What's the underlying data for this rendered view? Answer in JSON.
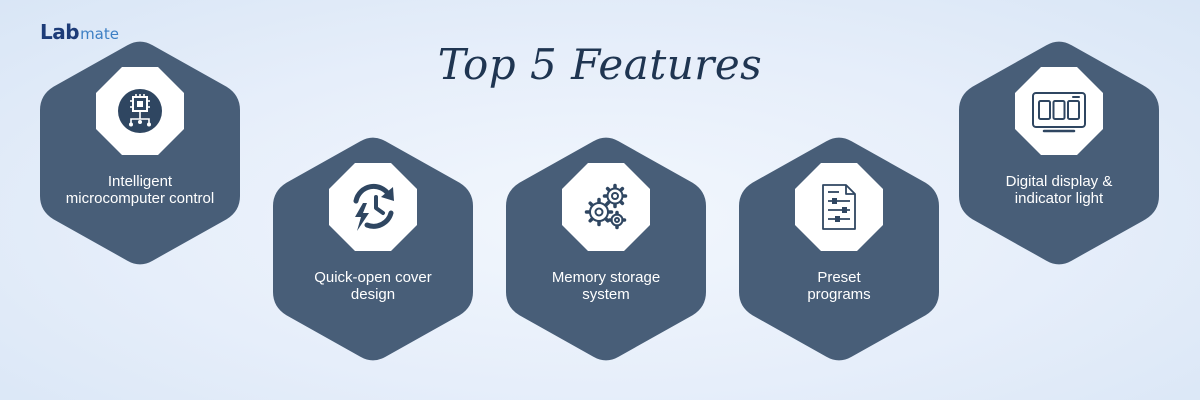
{
  "brand": {
    "lab": "Lab",
    "mate": "mate",
    "color_dark": "#1d3c78",
    "color_accent": "#3d7fc4"
  },
  "title": "Top 5 Features",
  "colors": {
    "hexagon": "#485e78",
    "badge": "#ffffff",
    "icon": "#2f4661"
  },
  "features": [
    {
      "icon": "microchip-icon",
      "lines": [
        "Intelligent",
        "microcomputer control"
      ]
    },
    {
      "icon": "quick-open-icon",
      "lines": [
        "Quick-open cover",
        "design"
      ]
    },
    {
      "icon": "gears-icon",
      "lines": [
        "Memory storage",
        "system"
      ]
    },
    {
      "icon": "preset-document-icon",
      "lines": [
        "Preset",
        "programs"
      ]
    },
    {
      "icon": "digital-display-icon",
      "lines": [
        "Digital display &",
        "indicator light"
      ]
    }
  ]
}
